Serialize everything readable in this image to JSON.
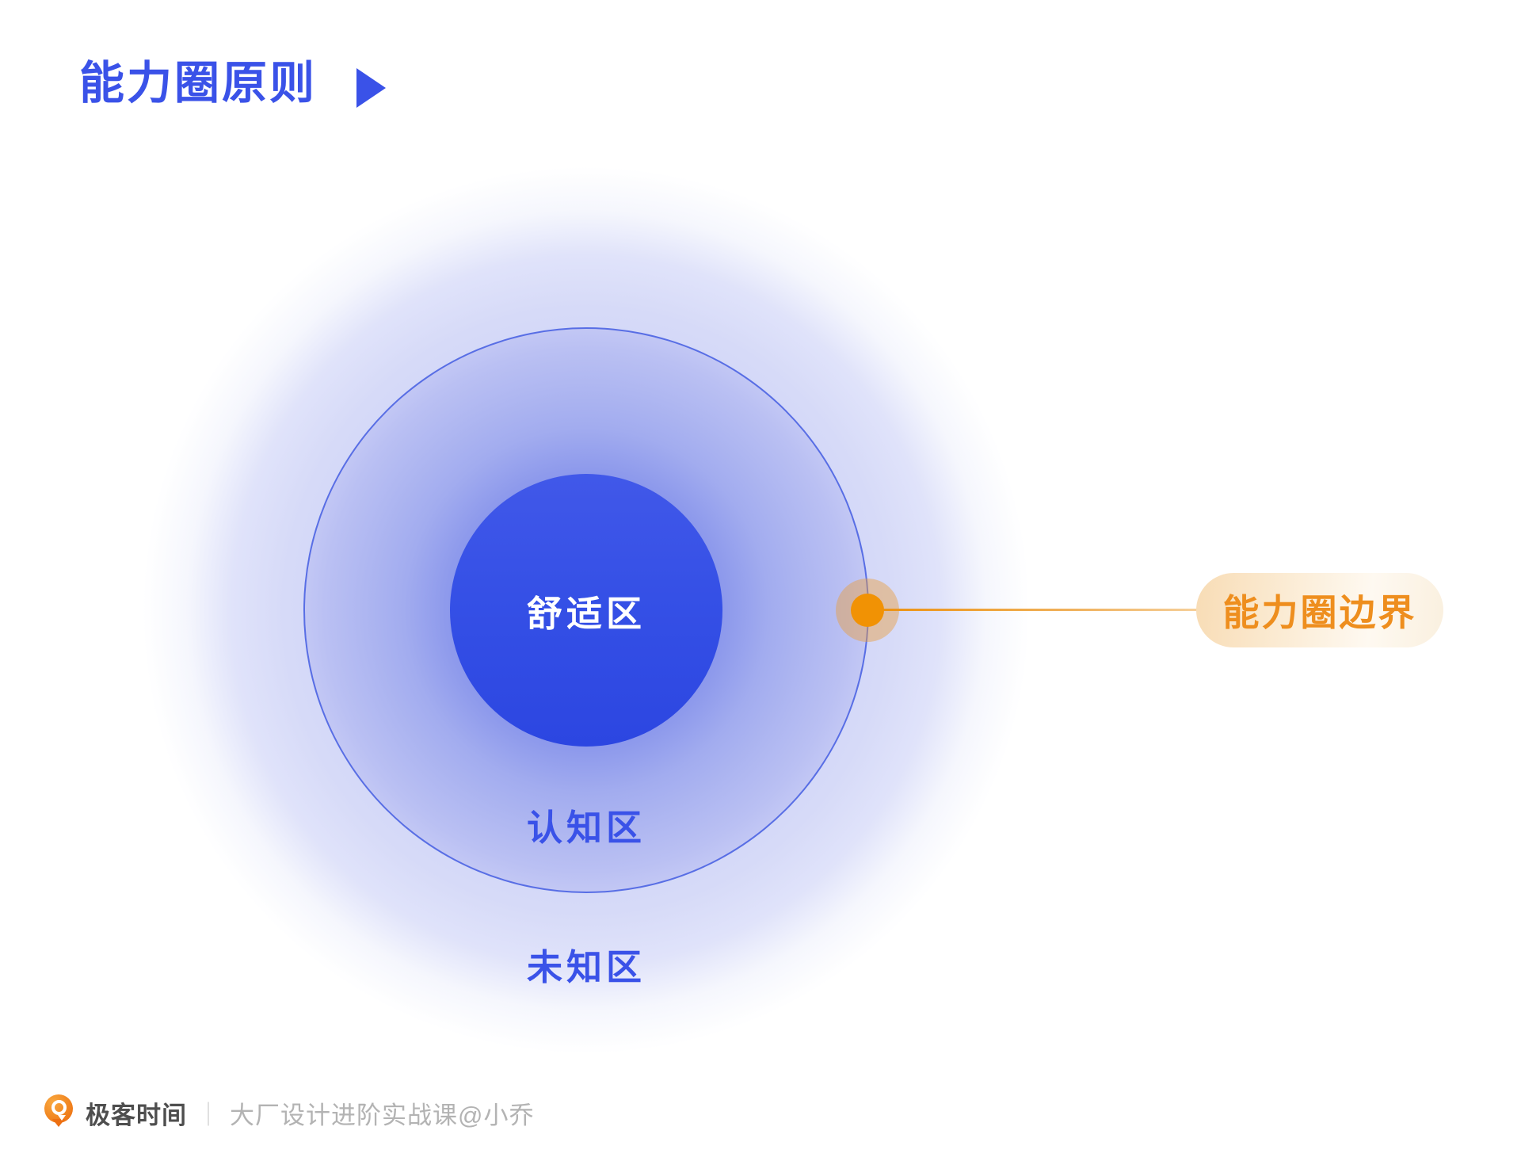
{
  "title": {
    "text": "能力圈原则"
  },
  "diagram": {
    "zones": [
      {
        "id": "comfort-zone",
        "label": "舒适区",
        "color": "#3550E6"
      },
      {
        "id": "cognition-zone",
        "label": "认知区",
        "color": "#A9B1EF"
      },
      {
        "id": "unknown-zone",
        "label": "未知区",
        "color": "#D4D8F8"
      }
    ],
    "annotation": {
      "label": "能力圈边界",
      "marker": "orange-dot"
    }
  },
  "footer": {
    "brand": "极客时间",
    "separator": "｜",
    "tagline": "大厂设计进阶实战课@小乔"
  },
  "colors": {
    "accent_blue": "#3A52E8",
    "accent_orange": "#EE8E1E",
    "dot_orange": "#F19204",
    "brand_gray": "#4E4E4E",
    "tagline_gray": "#B3B3B3"
  },
  "icons": {
    "play_triangle": "play-triangle-icon",
    "logo": "geektime-logo-icon"
  }
}
